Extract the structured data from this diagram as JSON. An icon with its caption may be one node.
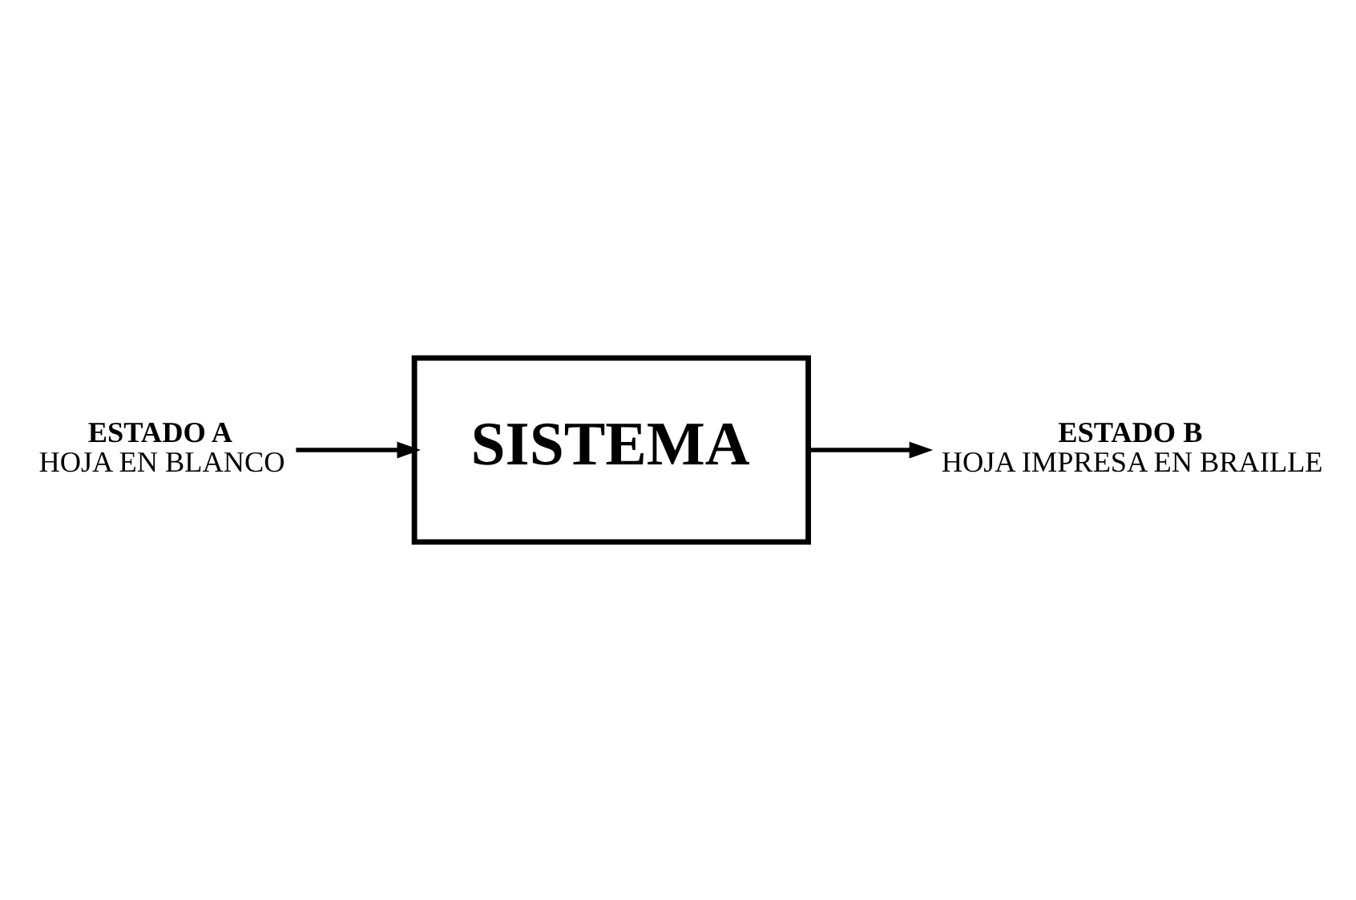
{
  "diagram": {
    "nodes": [
      {
        "text": [
          "ESTADO A",
          "HOJA EN BLANCO"
        ]
      },
      {
        "text": [
          "SISTEMA"
        ]
      },
      {
        "text": [
          "ESTADO B",
          "HOJA IMPRESA EN BRAILLE"
        ]
      }
    ],
    "edges": [
      {
        "from": 0,
        "to": 1,
        "arrow": "to"
      },
      {
        "from": 1,
        "to": 2,
        "arrow": "to"
      }
    ]
  }
}
